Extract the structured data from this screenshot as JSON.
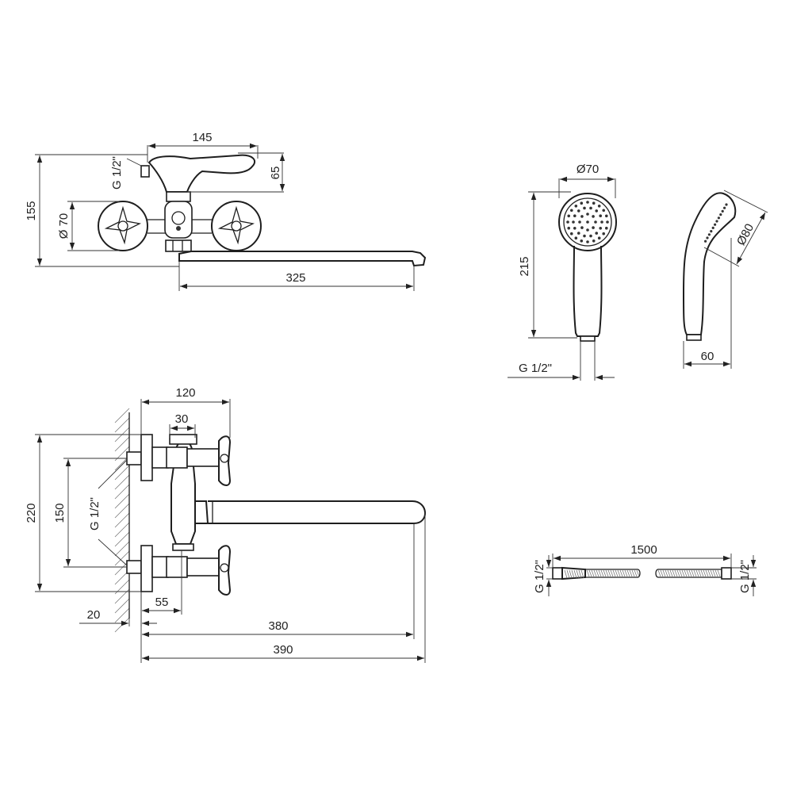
{
  "front_view": {
    "dim_width_top": "145",
    "dim_inlet": "G 1/2\"",
    "dim_handle_height": "65",
    "dim_total_height": "155",
    "dim_rosette": "Ø 70",
    "dim_spout": "325"
  },
  "hand_shower": {
    "dim_head": "Ø70",
    "dim_length": "215",
    "dim_thread": "G 1/2\"",
    "dim_side_head": "Ø80",
    "dim_depth": "60"
  },
  "top_view": {
    "dim_depth": "120",
    "dim_body": "30",
    "dim_overall": "220",
    "dim_centers": "150",
    "dim_inlet": "G 1/2\"",
    "dim_wall": "20",
    "dim_offset": "55",
    "dim_reach": "380",
    "dim_total": "390"
  },
  "hose": {
    "dim_length": "1500",
    "dim_left_thread": "G 1/2\"",
    "dim_right_thread": "G 1/2\""
  }
}
